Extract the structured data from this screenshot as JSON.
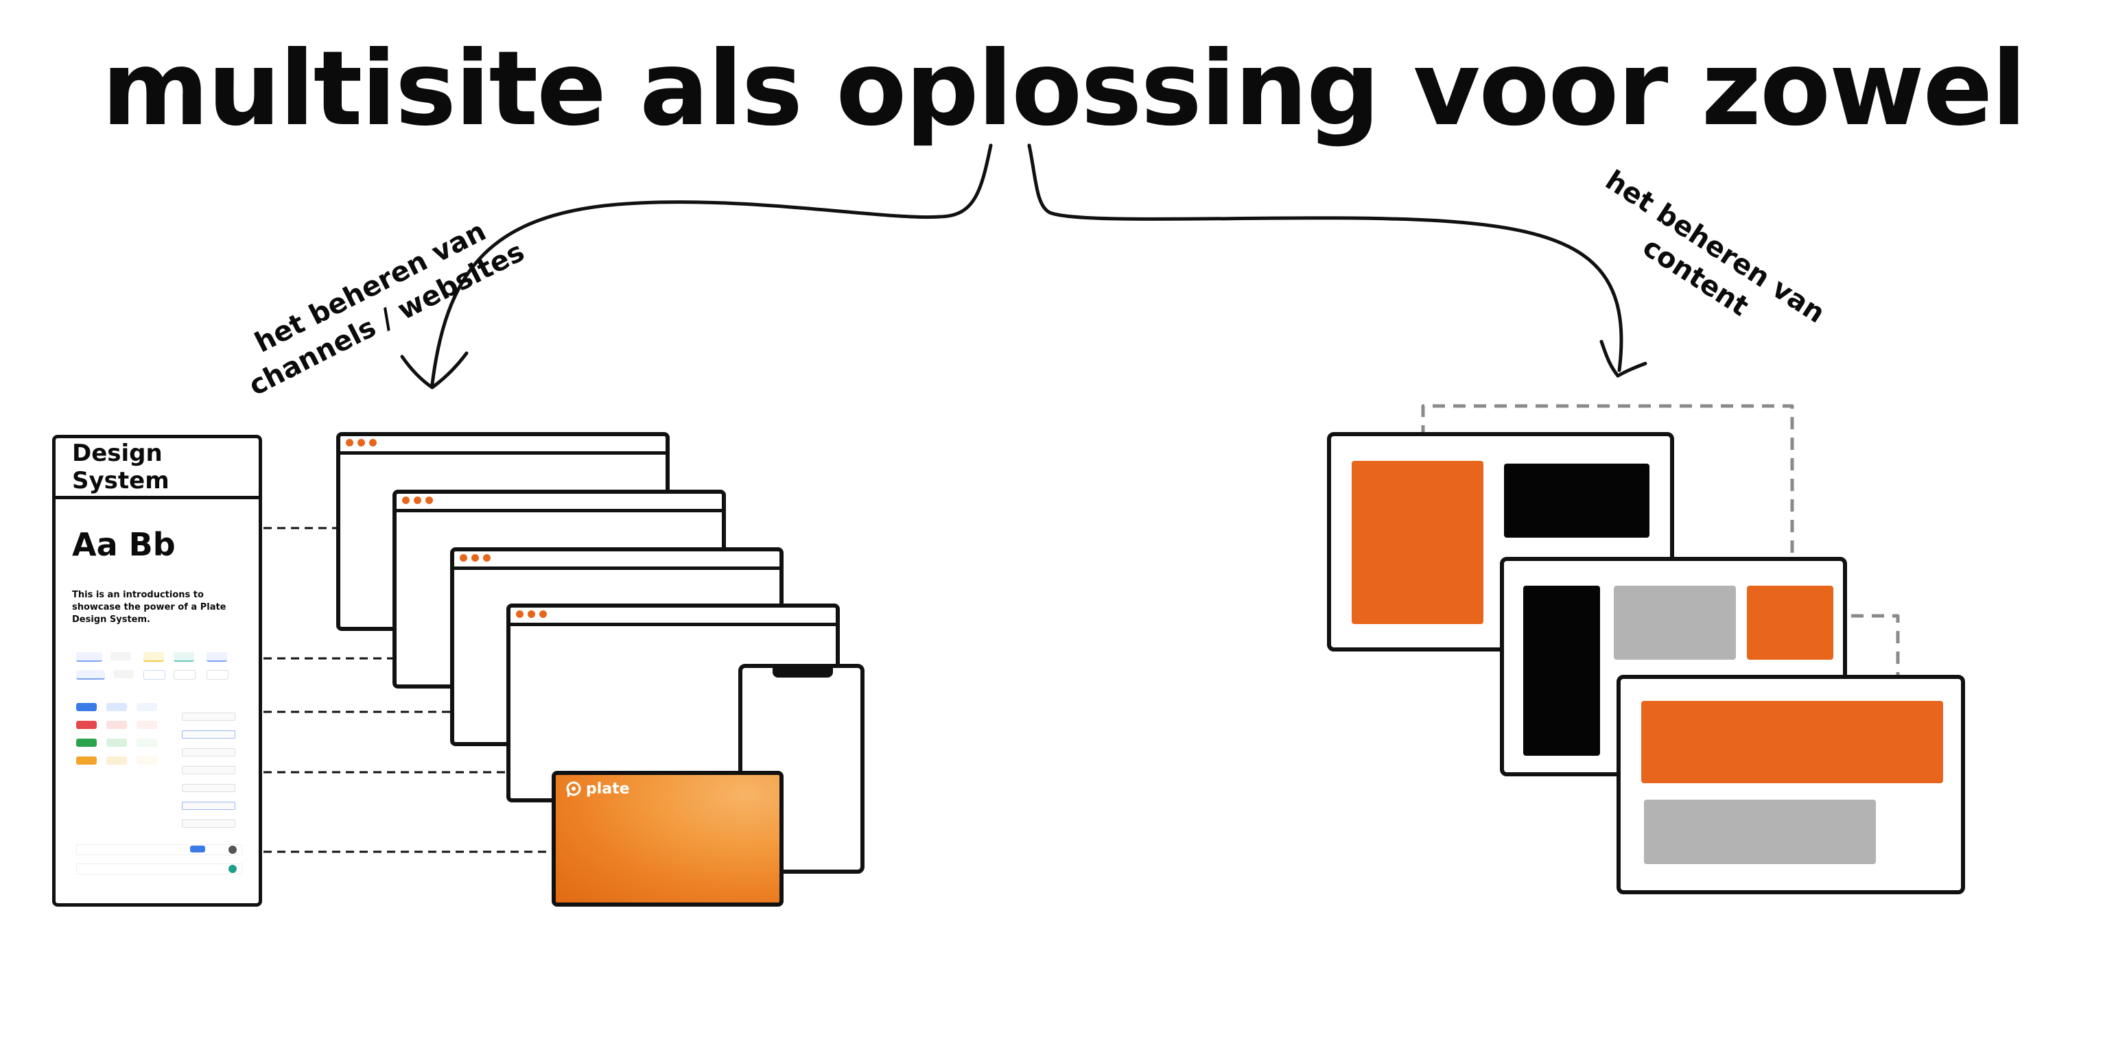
{
  "title": "multisite als oplossing voor zowel",
  "left_note": {
    "line1": "het beheren van",
    "line2": "channels / websites"
  },
  "right_note": {
    "line1": "het beheren van",
    "line2": "content"
  },
  "design_system": {
    "heading": "Design System",
    "sample": "Aa Bb",
    "intro": "This is an introductions to showcase the power of a Plate Design System."
  },
  "brand": {
    "name": "plate"
  },
  "colors": {
    "accent": "#e8661c",
    "ink": "#111111",
    "gray": "#b3b3b3",
    "dashed_gray": "#8a8a8a"
  }
}
